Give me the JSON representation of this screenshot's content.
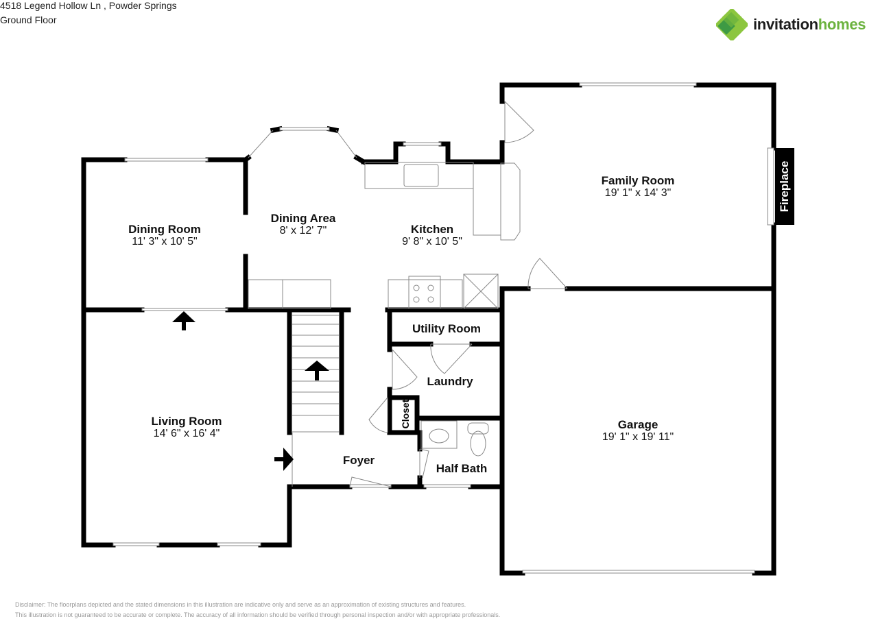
{
  "header": {
    "address": "4518 Legend Hollow Ln , Powder Springs",
    "floor": "Ground Floor"
  },
  "logo": {
    "word1": "invitation",
    "word2": "homes",
    "colors": {
      "dark_green": "#3e9a44",
      "light_green": "#8cc63f",
      "text_dark": "#1d1d1d",
      "text_green": "#6cb33f"
    }
  },
  "rooms": {
    "dining_room": {
      "name": "Dining Room",
      "dims": "11' 3\" x 10' 5\""
    },
    "dining_area": {
      "name": "Dining Area",
      "dims": "8' x 12' 7\""
    },
    "kitchen": {
      "name": "Kitchen",
      "dims": "9' 8\" x 10' 5\""
    },
    "family_room": {
      "name": "Family Room",
      "dims": "19' 1\" x 14' 3\""
    },
    "living_room": {
      "name": "Living Room",
      "dims": "14' 6\" x 16' 4\""
    },
    "garage": {
      "name": "Garage",
      "dims": "19' 1\" x 19' 11\""
    },
    "utility_room": {
      "name": "Utility Room"
    },
    "laundry": {
      "name": "Laundry"
    },
    "closet": {
      "name": "Closet"
    },
    "foyer": {
      "name": "Foyer"
    },
    "half_bath": {
      "name": "Half Bath"
    },
    "fireplace": {
      "name": "Fireplace"
    }
  },
  "disclaimer": {
    "line1": "Disclaimer: The floorplans depicted and the stated dimensions in this illustration are indicative only and serve as an approximation of existing structures and features.",
    "line2": "This illustration is not guaranteed to be accurate or complete. The accuracy of all information should be verified through personal inspection and/or with appropriate professionals."
  }
}
